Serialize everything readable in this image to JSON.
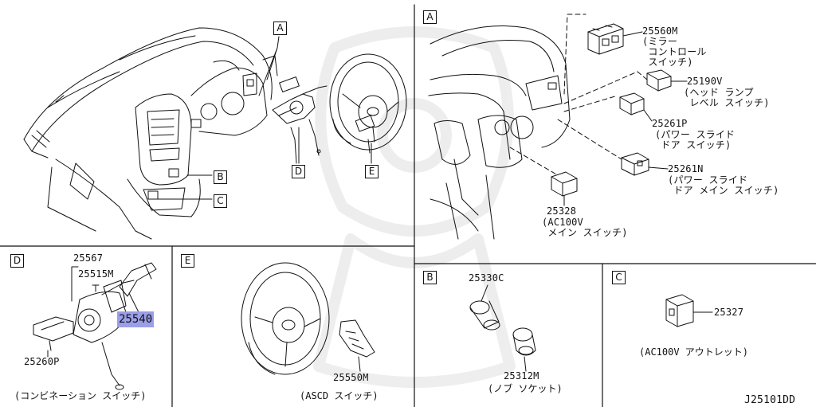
{
  "panels": {
    "top_left": {
      "callouts": [
        "A",
        "B",
        "C",
        "D",
        "E"
      ]
    },
    "top_right": {
      "tag": "A",
      "parts": [
        {
          "number": "25560M",
          "name": "(ミラー\n コントロール\n スイッチ)"
        },
        {
          "number": "25190V",
          "name": "(ヘッド ランプ\n レベル スイッチ)"
        },
        {
          "number": "25261P",
          "name": "(パワー スライド\n ドア スイッチ)"
        },
        {
          "number": "25261N",
          "name": "(パワー スライド\n ドア メイン スイッチ)"
        },
        {
          "number": "25328",
          "name": "(AC100V\n メイン スイッチ)"
        }
      ]
    },
    "d": {
      "tag": "D",
      "parts": [
        "25567",
        "25515M",
        "25540",
        "25260P"
      ],
      "highlighted": "25540",
      "caption": "(コンビネーション スイッチ)"
    },
    "e": {
      "tag": "E",
      "parts": [
        "25550M"
      ],
      "caption": "(ASCD スイッチ)"
    },
    "b": {
      "tag": "B",
      "parts": [
        "25330C",
        "25312M"
      ],
      "caption": "(ノブ ソケット)"
    },
    "c": {
      "tag": "C",
      "parts": [
        "25327"
      ],
      "caption": "(AC100V アウトレット)"
    }
  },
  "diagram_id": "J25101DD",
  "colors": {
    "line": "#111111",
    "highlight": "#9b9ee8",
    "watermark": "#ececec"
  }
}
